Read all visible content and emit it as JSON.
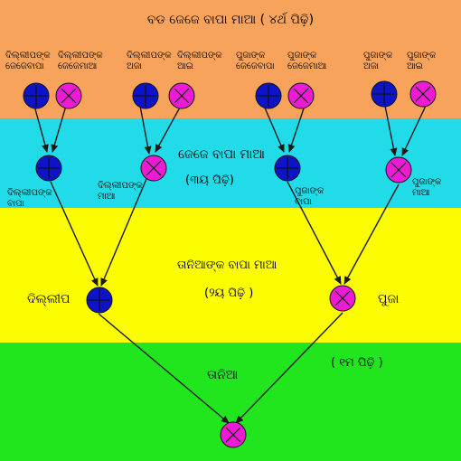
{
  "colors": {
    "band4": "#f7a35c",
    "band3": "#22dbe8",
    "band2": "#fbfd00",
    "band1": "#21e61e",
    "male": "#0d13c8",
    "female": "#ee1bd6",
    "line": "#1a1a1a"
  },
  "generations": {
    "g4": {
      "title": "ବଡ ଜେଜେ ବାପା ମାଆ ( ୪ର୍ଥ ପିଢ଼ି)"
    },
    "g3": {
      "title": "ଜେଜେ ବାପା ମାଆ",
      "number": "(୩ୟ ପିଢ଼ି)"
    },
    "g2": {
      "title": "ତାନିଆଙ୍କ ବାପା ମାଆ",
      "number": "(୨ୟ ପିଢ଼ି )"
    },
    "g1": {
      "number": "( ୧ମ ପିଢ଼ି )"
    }
  },
  "great_grandparents": [
    {
      "line1": "ଦିଲ୍ଲୀପଙ୍କ",
      "line2": "ଜେଜେବାପା",
      "symbol": "male-icon"
    },
    {
      "line1": "ଦିଲ୍ଲୀପଙ୍କ",
      "line2": "ଜେଜେମାଆ",
      "symbol": "female-icon"
    },
    {
      "line1": "ଦିଲ୍ଲୀପଙ୍କ",
      "line2": "ଅଜା",
      "symbol": "male-icon"
    },
    {
      "line1": "ଦିଲ୍ଲୀପଙ୍କ",
      "line2": "ଆଇ",
      "symbol": "female-icon"
    },
    {
      "line1": "ପୁଜାଙ୍କ",
      "line2": "ଜେଜେବାପା",
      "symbol": "male-icon"
    },
    {
      "line1": "ପୁଜାଙ୍କ",
      "line2": "ଜେଜେମାଆ",
      "symbol": "female-icon"
    },
    {
      "line1": "ପୁଜାଙ୍କ",
      "line2": "ଅଜା",
      "symbol": "male-icon"
    },
    {
      "line1": "ପୁଜାଙ୍କ",
      "line2": "ଆଇ",
      "symbol": "female-icon"
    }
  ],
  "grandparents": [
    {
      "line1": "ଦିଲ୍ଲୀପଙ୍କ",
      "line2": "ବାପା",
      "symbol": "male-icon"
    },
    {
      "line1": "ଦିଲ୍ଲୀପଙ୍କ",
      "line2": "ମାଆ",
      "symbol": "female-icon"
    },
    {
      "line1": "ପୁଜାଙ୍କ",
      "line2": "ବାପା",
      "symbol": "male-icon"
    },
    {
      "line1": "ପୁଜାଙ୍କ",
      "line2": "ମାଆ",
      "symbol": "female-icon"
    }
  ],
  "parents": [
    {
      "name": "ଦିଲ୍ଲୀପ",
      "symbol": "male-icon"
    },
    {
      "name": "ପୁଜା",
      "symbol": "female-icon"
    }
  ],
  "child": {
    "name": "ତାନିଆ",
    "symbol": "female-icon"
  }
}
